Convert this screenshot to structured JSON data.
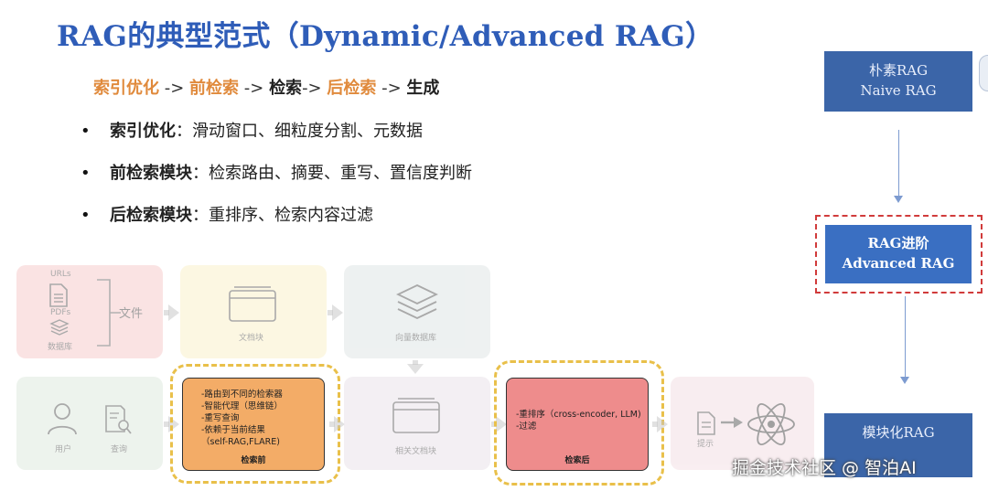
{
  "title": "RAG的典型范式（Dynamic/Advanced RAG）",
  "pipeline": {
    "step1": "索引优化",
    "arrow1": " -> ",
    "step2": "前检索",
    "arrow2": " -> ",
    "step3": "检索",
    "arrow3": "-> ",
    "step4": "后检索",
    "arrow4": " -> ",
    "step5": "生成"
  },
  "bullets": [
    {
      "label": "索引优化",
      "text": "：滑动窗口、细粒度分割、元数据"
    },
    {
      "label": "前检索模块",
      "text": "：检索路由、摘要、重写、置信度判断"
    },
    {
      "label": "后检索模块",
      "text": "：重排序、检索内容过滤"
    }
  ],
  "side": {
    "naive_cn": "朴素RAG",
    "naive_en": "Naive RAG",
    "advanced_cn": "RAG进阶",
    "advanced_en": "Advanced RAG",
    "modular_cn": "模块化RAG"
  },
  "diagram": {
    "sources_labels": [
      "URLs",
      "PDFs",
      "数据库"
    ],
    "doc_label": "文件",
    "chunks_label": "文档块",
    "vectordb_label": "向量数据库",
    "user_label": "用户",
    "query_label": "查询",
    "pre_retrieval_steps": [
      "-路由到不同的检索器",
      "-智能代理（思维链）",
      "-重写查询",
      "-依赖于当前结果",
      "（self-RAG,FLARE)"
    ],
    "pre_retrieval_title": "检索前",
    "related_chunks_label": "相关文档块",
    "post_retrieval_steps": [
      "-重排序（cross-encoder, LLM)",
      "-过滤"
    ],
    "post_retrieval_title": "检索后",
    "prompt_label": "提示"
  },
  "watermark": "掘金技术社区 @ 智泊AI",
  "colors": {
    "title": "#2f5db8",
    "highlight": "#e08a3c",
    "side_box": "#3b65a8",
    "pre_card": "#f3ac67",
    "post_card": "#ee8c8c",
    "dash_frame": "#e9c04a",
    "advanced_frame": "#d13b3b"
  }
}
